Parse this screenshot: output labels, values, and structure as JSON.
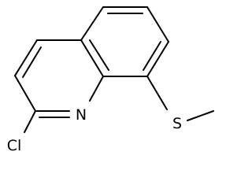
{
  "diagram": {
    "type": "chemical-structure",
    "atom_labels": {
      "nitrogen": "N",
      "sulfur": "S",
      "chlorine": "Cl"
    },
    "colors": {
      "background": "#ffffff",
      "ink": "#000000"
    }
  }
}
